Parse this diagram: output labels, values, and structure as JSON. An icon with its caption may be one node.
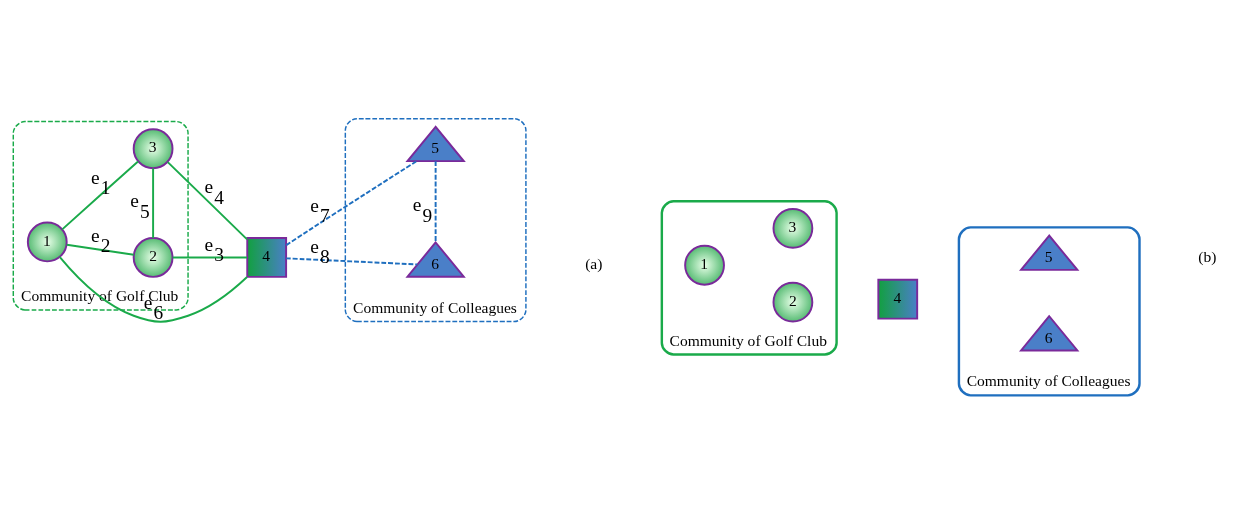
{
  "diagram": {
    "nodes": [
      {
        "text": [
          "Community of Golf Club"
        ]
      },
      {
        "text": [
          "1"
        ],
        "in": 0
      },
      {
        "text": [
          "3"
        ],
        "in": 0
      },
      {
        "text": [
          "2"
        ],
        "in": 0
      },
      {
        "text": [
          "4"
        ]
      },
      {
        "text": [
          "Community of Colleagues"
        ]
      },
      {
        "text": [
          "5"
        ],
        "in": 5
      },
      {
        "text": [
          "6"
        ],
        "in": 5
      },
      {
        "text": [
          "Community of Golf Club"
        ]
      },
      {
        "text": [
          "1"
        ],
        "in": 8
      },
      {
        "text": [
          "3"
        ],
        "in": 8
      },
      {
        "text": [
          "2"
        ],
        "in": 8
      },
      {
        "text": [
          "4"
        ]
      },
      {
        "text": [
          "Community of Colleagues"
        ]
      },
      {
        "text": [
          "5"
        ],
        "in": 13
      },
      {
        "text": [
          "6"
        ],
        "in": 13
      }
    ],
    "edges": [
      {
        "from": 1,
        "to": 2,
        "arrow": "none",
        "label": "e$_{1}$"
      },
      {
        "from": 1,
        "to": 3,
        "arrow": "none",
        "label": "e$_{2}$"
      },
      {
        "from": 3,
        "to": 4,
        "arrow": "none",
        "label": "e$_{3}$"
      },
      {
        "from": 2,
        "to": 4,
        "arrow": "none",
        "label": "e$_{4}$"
      },
      {
        "from": 2,
        "to": 3,
        "arrow": "none",
        "label": "e$_{5}$"
      },
      {
        "from": 1,
        "to": 4,
        "arrow": "none",
        "label": "e$_{6}$"
      },
      {
        "from": 4,
        "to": 6,
        "arrow": "none",
        "label": "e$_{7}$",
        "style": "dashed",
        "color": "#1f6fbf"
      },
      {
        "from": 4,
        "to": 7,
        "arrow": "none",
        "label": "e$_{8}$",
        "style": "dashed",
        "color": "#1f6fbf"
      },
      {
        "from": 6,
        "to": 7,
        "arrow": "none",
        "label": "e$_{9}$",
        "style": "dashed",
        "color": "#1f6fbf"
      }
    ],
    "labels": [
      "(a)",
      "(b)"
    ]
  }
}
